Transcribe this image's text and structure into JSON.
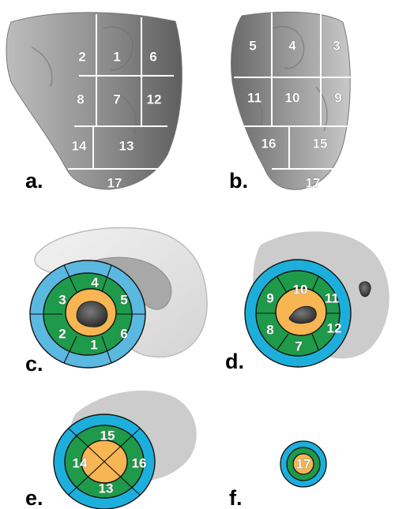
{
  "panels": {
    "a": {
      "label": "a.",
      "segments": [
        "2",
        "1",
        "6",
        "8",
        "7",
        "12",
        "14",
        "13",
        "17"
      ]
    },
    "b": {
      "label": "b.",
      "segments": [
        "5",
        "4",
        "3",
        "11",
        "10",
        "9",
        "16",
        "15",
        "17"
      ]
    },
    "c": {
      "label": "c.",
      "segments": [
        "4",
        "5",
        "6",
        "1",
        "2",
        "3"
      ]
    },
    "d": {
      "label": "d.",
      "segments": [
        "10",
        "11",
        "12",
        "7",
        "8",
        "9"
      ]
    },
    "e": {
      "label": "e.",
      "segments": [
        "15",
        "16",
        "13",
        "14"
      ]
    },
    "f": {
      "label": "f.",
      "segments": [
        "17"
      ]
    }
  },
  "colors": {
    "outer_ring": "#5BB8E0",
    "middle_ring": "#1E9A4A",
    "inner_ring": "#F7B553",
    "tissue_shadow": "#CCCCCC",
    "heart_surface": "#8C8C8C",
    "cavity": "#3A3A3A"
  }
}
